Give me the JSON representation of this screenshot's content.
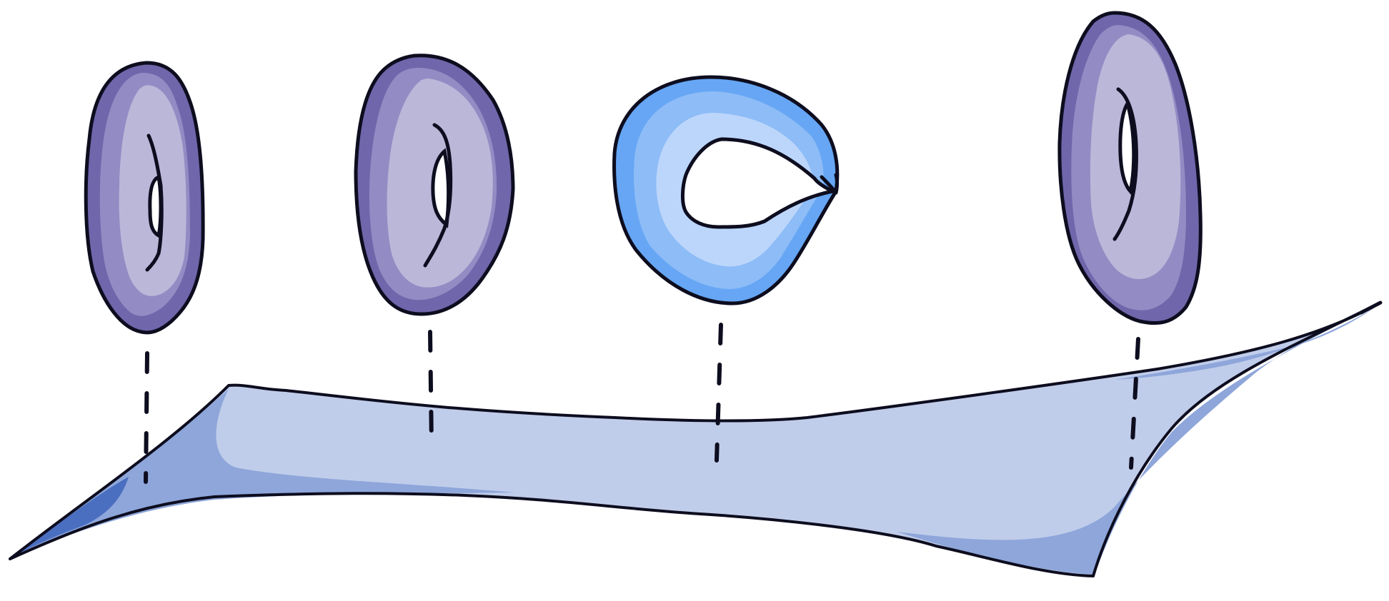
{
  "colors": {
    "base_fill": "#c0cdea",
    "base_shade": "#8ea6da",
    "base_dark": "#4b6fc0",
    "torus_light": "#bbb7d9",
    "torus_mid": "#938bc3",
    "torus_dark": "#6f66ab",
    "pinched_light": "#bcd6fb",
    "pinched_mid": "#8dbcf7",
    "pinched_dark": "#66a6f4",
    "ink": "#0d0d1f"
  },
  "elements": [
    {
      "name": "base-surface",
      "kind": "base"
    },
    {
      "name": "torus-fiber-1",
      "kind": "smooth-torus"
    },
    {
      "name": "torus-fiber-2",
      "kind": "smooth-torus"
    },
    {
      "name": "singular-fiber-3",
      "kind": "pinched-torus"
    },
    {
      "name": "torus-fiber-4",
      "kind": "smooth-torus"
    }
  ]
}
